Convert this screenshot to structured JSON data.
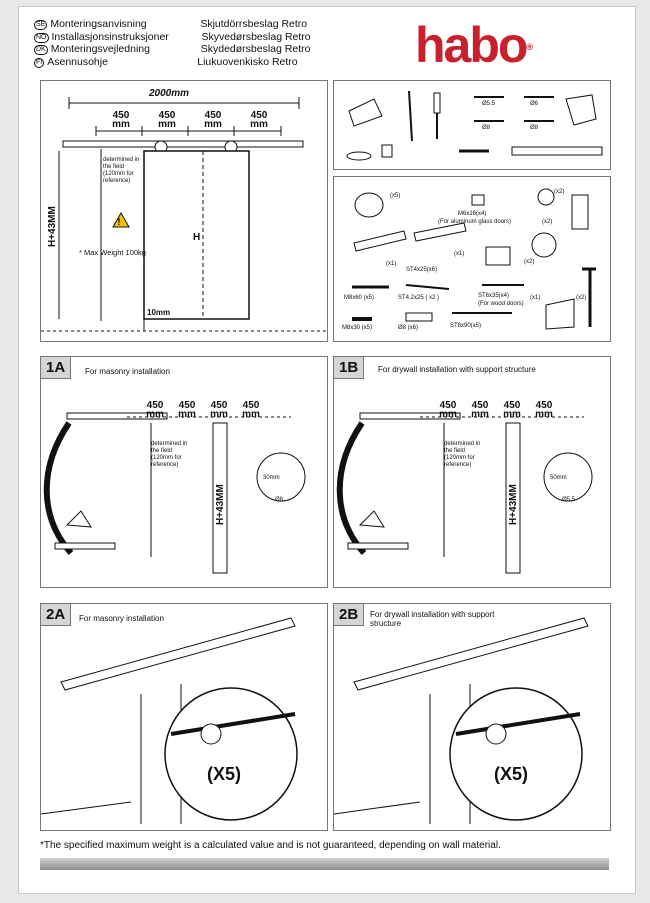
{
  "header": {
    "languages": [
      {
        "code": "SE",
        "left": "Monteringsanvisning",
        "right": "Skjutdörrsbeslag Retro"
      },
      {
        "code": "NO",
        "left": "Installasjonsinstruksjoner",
        "right": "Skyvedørsbeslag Retro"
      },
      {
        "code": "DK",
        "left": "Monteringsvejledning",
        "right": "Skydedørsbeslag Retro"
      },
      {
        "code": "FI",
        "left": "Asennusohje",
        "right": "Liukuovenkisko Retro"
      }
    ],
    "logo": "habo",
    "logo_mark": "®"
  },
  "overview": {
    "total_width": "2000mm",
    "segment_label": "450",
    "segment_unit": "mm",
    "field_note": "determined in the field (120mm for reference)",
    "height_label": "H+43MM",
    "door_height": "H",
    "max_weight": "* Max Weight 100kg",
    "gap": "10mm"
  },
  "tools": {
    "labels": [
      "Ø5.5",
      "Ø6",
      "Ø8",
      "Ø8"
    ]
  },
  "parts": {
    "items": [
      "(x5)",
      "M6x16(x4)",
      "(For aluminum glass doors)",
      "(x2)",
      "(x2)",
      "(x1)",
      "ST4x25(x6)",
      "(x1)",
      "(x2)",
      "M8x60 (x5)",
      "ST4.2x25 ( x2 )",
      "ST6x35(x4)",
      "(For wood doors)",
      "(x1)",
      "(x2)",
      "M8x30 (x5)",
      "Ø8 (x6)",
      "ST8x90(x5)"
    ]
  },
  "step_1a": {
    "label": "1A",
    "title": "For masonry installation",
    "field_note": "determined in the field (120mm for reference)",
    "height_label": "H+43MM",
    "drill_depth": "30mm",
    "drill_dia": "Ø8"
  },
  "step_1b": {
    "label": "1B",
    "title": "For drywall installation with  support structure",
    "field_note": "determined in the field (120mm for reference)",
    "height_label": "H+43MM",
    "drill_depth": "50mm",
    "drill_dia": "Ø5.5"
  },
  "step_2a": {
    "label": "2A",
    "title": "For masonry installation",
    "count": "(X5)"
  },
  "step_2b": {
    "label": "2B",
    "title": "For drywall installation with  support structure",
    "count": "(X5)"
  },
  "footer": {
    "note": "*The specified maximum weight is a calculated value and is not guaranteed, depending on wall material."
  }
}
